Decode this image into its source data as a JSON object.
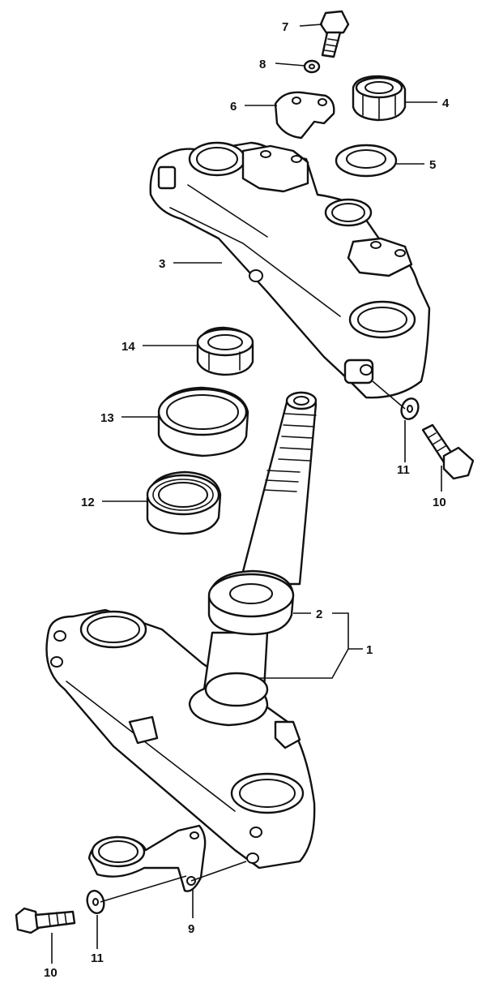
{
  "callouts": [
    "1",
    "2",
    "3",
    "4",
    "5",
    "6",
    "7",
    "8",
    "9",
    "10",
    "10",
    "11",
    "11",
    "12",
    "13",
    "14"
  ]
}
